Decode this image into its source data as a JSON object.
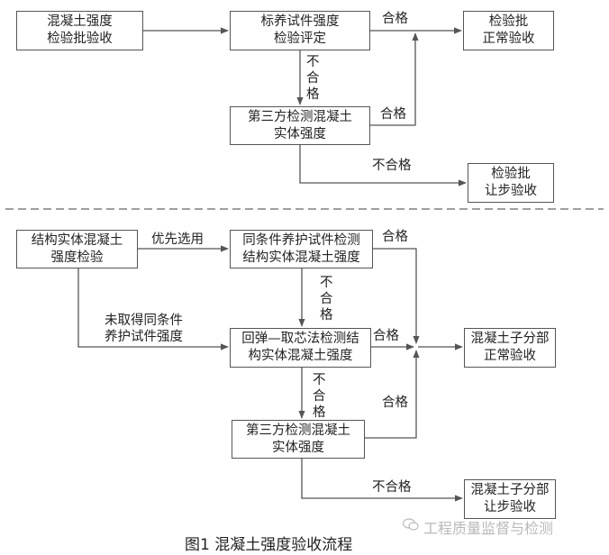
{
  "section1": {
    "box_start": "混凝土强度\n检验批验收",
    "box_eval": "标养试件强度\n检验评定",
    "box_normal": "检验批\n正常验收",
    "box_third": "第三方检测混凝土\n实体强度",
    "box_concession": "检验批\n让步验收",
    "lbl_pass1": "合格",
    "lbl_fail1": "不\n合\n格",
    "lbl_pass2": "合格",
    "lbl_fail2": "不合格"
  },
  "section2": {
    "box_start": "结构实体混凝土\n强度检验",
    "box_same": "同条件养护试件检测\n结构实体混凝土强度",
    "box_rebound": "回弹—取芯法检测结\n构实体混凝土强度",
    "box_third": "第三方检测混凝土\n实体强度",
    "box_normal": "混凝土子分部\n正常验收",
    "box_concession": "混凝土子分部\n让步验收",
    "lbl_preferred": "优先选用",
    "lbl_not_obtained": "未取得同条件\n养护试件强度",
    "lbl_pass_top": "合格",
    "lbl_fail_a": "不\n合\n格",
    "lbl_pass_mid": "合格",
    "lbl_fail_b": "不\n合\n格",
    "lbl_pass_low": "合格",
    "lbl_fail_bottom": "不合格"
  },
  "caption": "图1    混凝土强度验收流程",
  "watermark": "工程质量监督与检测",
  "colors": {
    "line": "#555555",
    "text": "#222222",
    "watermark": "#b9b9b9"
  }
}
